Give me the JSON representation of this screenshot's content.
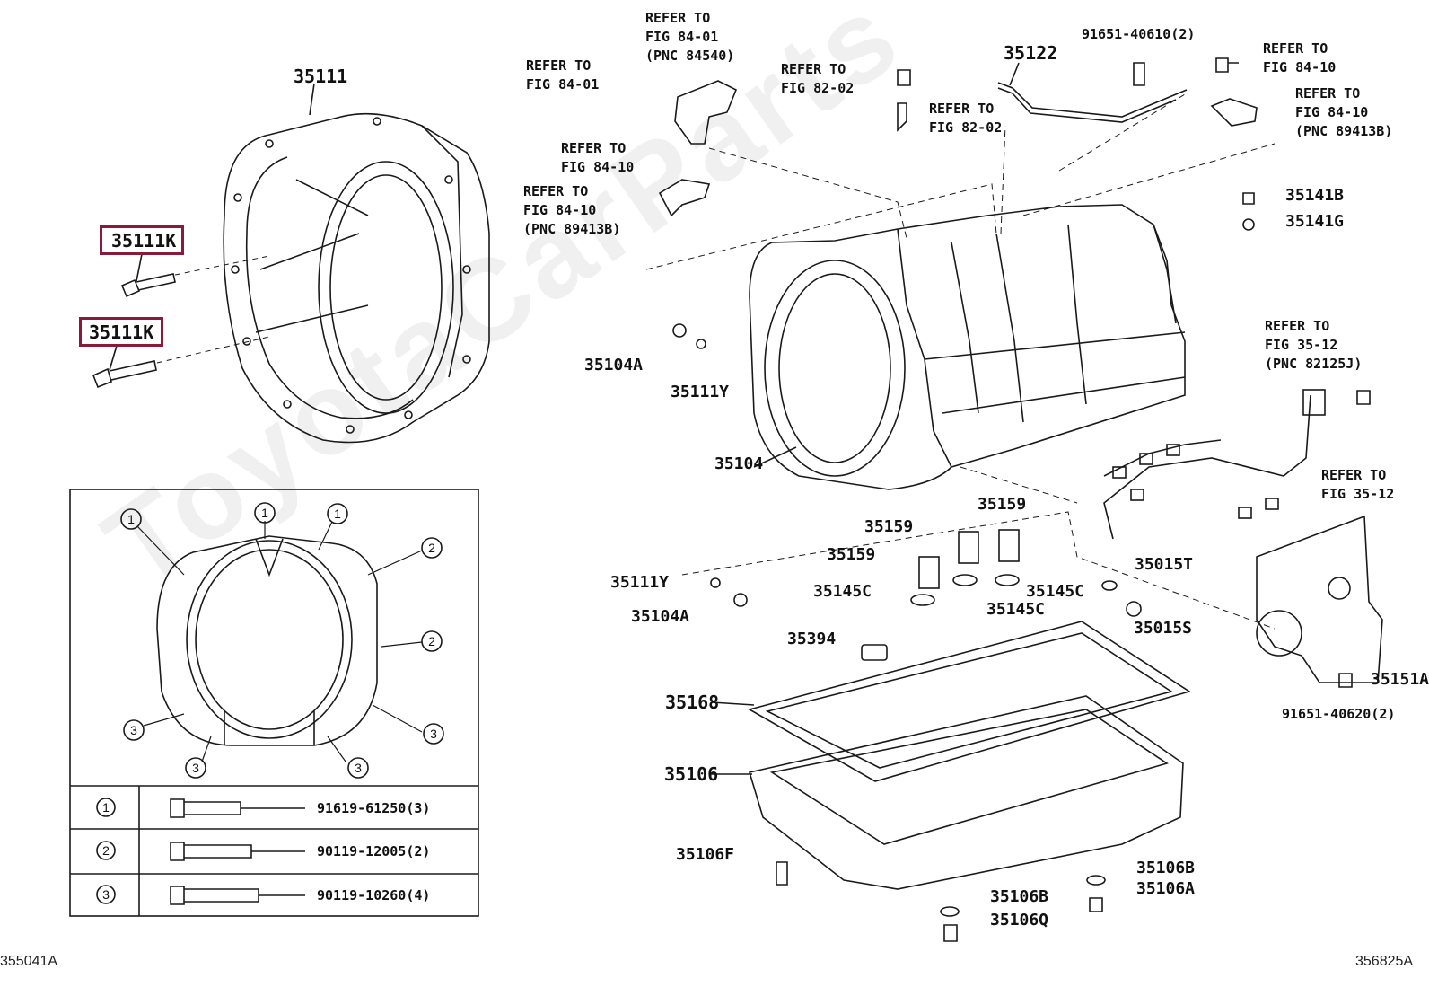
{
  "watermark": "ToyotaCarParts",
  "diagram_codes": {
    "left": "355041A",
    "right": "356825A"
  },
  "left_parts": {
    "housing": "35111",
    "bolt_upper": "35111K",
    "bolt_lower": "35111K"
  },
  "inset_table": {
    "rows": [
      {
        "circle": "1",
        "part": "91619-61250(3)"
      },
      {
        "circle": "2",
        "part": "90119-12005(2)"
      },
      {
        "circle": "3",
        "part": "90119-10260(4)"
      }
    ],
    "circle_markers": [
      "1",
      "1",
      "1",
      "2",
      "2",
      "3",
      "3",
      "3",
      "3"
    ]
  },
  "refs": {
    "r1": "REFER TO\nFIG 84-01\n(PNC 84540)",
    "r2": "REFER TO\nFIG 84-01",
    "r3": "REFER TO\nFIG 84-10",
    "r4": "REFER TO\nFIG 84-10\n(PNC 89413B)",
    "r5": "REFER TO\nFIG 82-02",
    "r6": "REFER TO\nFIG 82-02",
    "r7": "REFER TO\nFIG 84-10",
    "r8": "REFER TO\nFIG 84-10\n(PNC 89413B)",
    "r9": "REFER TO\nFIG 35-12\n(PNC 82125J)",
    "r10": "REFER TO\nFIG 35-12"
  },
  "right_parts": {
    "p35122": "35122",
    "p91651_40610": "91651-40610(2)",
    "p35141B": "35141B",
    "p35141G": "35141G",
    "p35104A_top": "35104A",
    "p35111Y_top": "35111Y",
    "p35104": "35104",
    "p35159_a": "35159",
    "p35159_b": "35159",
    "p35159_c": "35159",
    "p35111Y_low": "35111Y",
    "p35104A_low": "35104A",
    "p35145C_a": "35145C",
    "p35145C_b": "35145C",
    "p35145C_c": "35145C",
    "p35015T": "35015T",
    "p35015S": "35015S",
    "p35394": "35394",
    "p35168": "35168",
    "p35106": "35106",
    "p35106F": "35106F",
    "p35106B": "35106B",
    "p35106A": "35106A",
    "p35106B2": "35106B",
    "p35106Q": "35106Q",
    "p35151A": "35151A",
    "p91651_40620": "91651-40620(2)"
  }
}
